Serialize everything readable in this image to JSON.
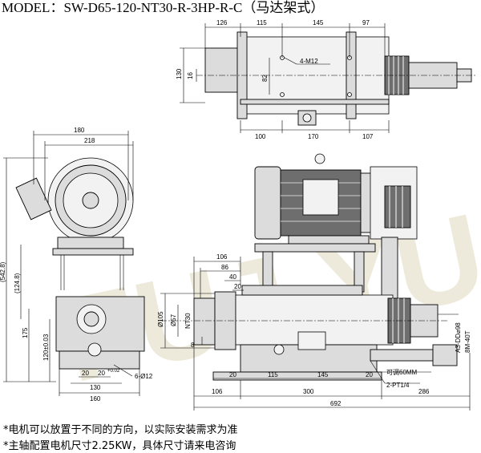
{
  "title": "MODEL：SW-D65-120-NT30-R-3HP-R-C（马达架式）",
  "watermark": "FUJ YU",
  "top_view": {
    "dims_top": [
      "126",
      "115",
      "145",
      "97"
    ],
    "dims_bottom": [
      "100",
      "170",
      "107"
    ],
    "dims_left": [
      "130",
      "16",
      "82"
    ],
    "hole_label": "4-M12"
  },
  "side_view": {
    "dims_top": [
      "180",
      "218"
    ],
    "dims_left": [
      "(542.8)",
      "(124.8)",
      "175",
      "120±0.03"
    ],
    "dims_bottom": [
      "20",
      "20",
      "130",
      "160"
    ],
    "tolerance": "+0.02",
    "hole_label": "6-Ø12"
  },
  "front_view": {
    "dims_top": [
      "106",
      "86",
      "40",
      "20"
    ],
    "dims_left": [
      "Ø105",
      "Ø57",
      "NT30",
      "8"
    ],
    "dims_bottom_row1": [
      "20",
      "115",
      "145",
      "20"
    ],
    "dims_bottom_row2": [
      "106",
      "300",
      "286"
    ],
    "total_length": "692",
    "spindle_label_1": "A3-DD⌀98",
    "spindle_label_2": "8M-40T",
    "adjust_label": "可调60MM",
    "port_label": "2-PT1/4"
  },
  "notes": [
    "*电机可以放置于不同的方向，以实际安装需求为准",
    "*主轴配置电机尺寸2.25KW，具体尺寸请来电咨询"
  ]
}
